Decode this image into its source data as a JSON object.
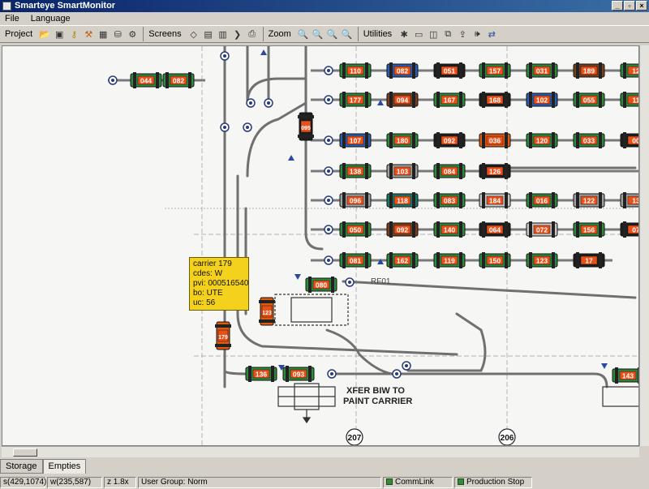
{
  "window": {
    "title": "Smarteye SmartMonitor"
  },
  "menu": {
    "file": "File",
    "language": "Language"
  },
  "toolbar": {
    "project": "Project",
    "screens": "Screens",
    "zoom": "Zoom",
    "utilities": "Utilities"
  },
  "tooltip": {
    "carrier": "carrier 179",
    "cdes": "cdes: W",
    "pvi": "pvi: 000516540",
    "bo": "bo: UTE",
    "uc": "uc: 56"
  },
  "diagram": {
    "colors": {
      "green": "#2e8b3e",
      "blue": "#2c5db0",
      "black": "#1e1e1e",
      "brown": "#7a3e1e",
      "gray": "#a0a0a0",
      "orange": "#e05a10",
      "red": "#d43a12",
      "teal": "#1a7a6a",
      "lightgray": "#c8c8c8"
    },
    "top_left_carriers": [
      "044",
      "082"
    ],
    "vertical_carrier": "095",
    "rows": [
      {
        "cells": [
          [
            "110",
            "green"
          ],
          [
            "082",
            "blue"
          ],
          [
            "051",
            "black"
          ],
          [
            "157",
            "green"
          ],
          [
            "031",
            "green"
          ],
          [
            "189",
            "brown"
          ],
          [
            "12",
            "green"
          ]
        ]
      },
      {
        "cells": [
          [
            "177",
            "green"
          ],
          [
            "094",
            "brown"
          ],
          [
            "167",
            "green"
          ],
          [
            "168",
            "black"
          ],
          [
            "102",
            "blue"
          ],
          [
            "055",
            "green"
          ],
          [
            "11",
            "green"
          ]
        ]
      },
      {
        "cells": [
          [
            "107",
            "blue"
          ],
          [
            "180",
            "green"
          ],
          [
            "092",
            "black"
          ],
          [
            "036",
            "orange"
          ],
          [
            "120",
            "green"
          ],
          [
            "033",
            "green"
          ],
          [
            "00",
            "black"
          ]
        ]
      },
      {
        "cells": [
          [
            "138",
            "green"
          ],
          [
            "103",
            "gray"
          ],
          [
            "084",
            "green"
          ],
          [
            "126",
            "black"
          ]
        ]
      },
      {
        "cells": [
          [
            "096",
            "gray"
          ],
          [
            "118",
            "teal"
          ],
          [
            "083",
            "green"
          ],
          [
            "184",
            "lightgray"
          ],
          [
            "016",
            "green"
          ],
          [
            "122",
            "gray"
          ],
          [
            "13",
            "gray"
          ]
        ]
      },
      {
        "cells": [
          [
            "050",
            "green"
          ],
          [
            "092",
            "brown"
          ],
          [
            "140",
            "green"
          ],
          [
            "064",
            "black"
          ],
          [
            "072",
            "lightgray"
          ],
          [
            "156",
            "green"
          ],
          [
            "07",
            "black"
          ]
        ]
      },
      {
        "cells": [
          [
            "081",
            "green"
          ],
          [
            "162",
            "green"
          ],
          [
            "119",
            "green"
          ],
          [
            "150",
            "green"
          ],
          [
            "123",
            "green"
          ],
          [
            "17",
            "black"
          ]
        ]
      }
    ],
    "mid_carriers": {
      "top": "080",
      "left": "123",
      "tag": "RF01"
    },
    "carrier_179": "179",
    "bottom_carriers": [
      "136",
      "093"
    ],
    "right_carrier": "143",
    "xfer_label_1": "XFER BIW TO",
    "xfer_label_2": "PAINT CARRIER",
    "station_207": "207",
    "station_206": "206"
  },
  "tabs": {
    "storage": "Storage",
    "empties": "Empties"
  },
  "status": {
    "s": "s(429,1074)",
    "w": "w(235,587)",
    "zoom": "z 1.8x",
    "user_group": "User Group: Norm",
    "commlink": "CommLink",
    "production_stop": "Production Stop"
  }
}
